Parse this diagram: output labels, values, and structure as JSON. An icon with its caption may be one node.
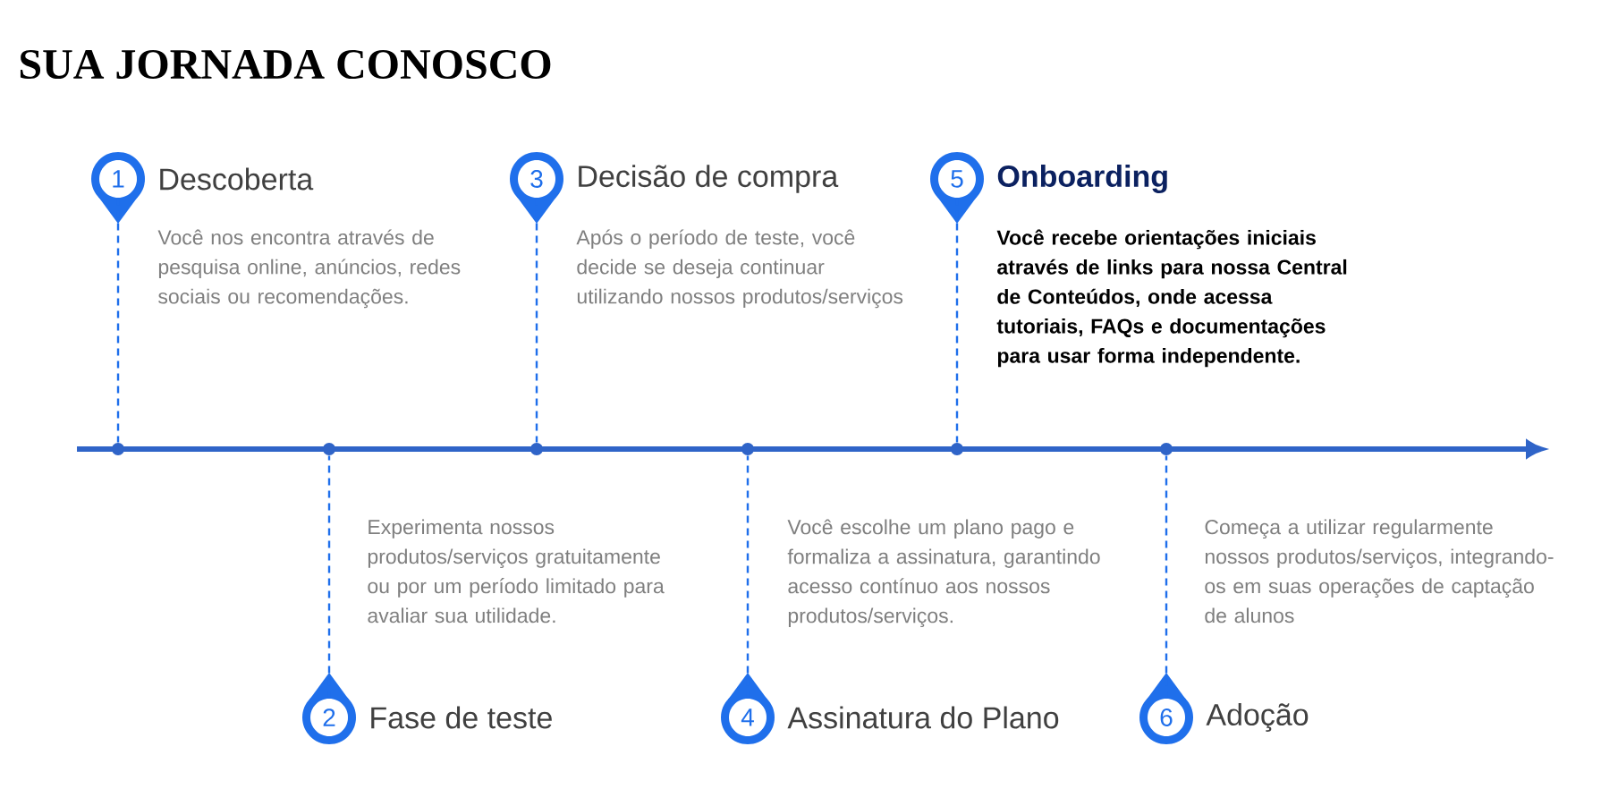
{
  "diagram": {
    "title": "SUA JORNADA CONOSCO",
    "nodes": [
      {
        "text": [
          "1"
        ],
        "beside": [
          "Descoberta",
          "Você nos encontra através de pesquisa online, anúncios, redes sociais ou recomendações."
        ]
      },
      {
        "text": [
          "2"
        ],
        "beside": [
          "Fase de teste",
          "Experimenta nossos produtos/serviços gratuitamente ou por um período limitado para avaliar sua utilidade."
        ]
      },
      {
        "text": [
          "3"
        ],
        "beside": [
          "Decisão de compra",
          "Após o período de teste, você decide se deseja continuar utilizando nossos produtos/serviços"
        ]
      },
      {
        "text": [
          "4"
        ],
        "beside": [
          "Assinatura do Plano",
          "Você escolhe um plano pago e formaliza a assinatura, garantindo acesso contínuo aos nossos produtos/serviços."
        ]
      },
      {
        "text": [
          "5"
        ],
        "beside": [
          "Onboarding",
          "Você recebe orientações iniciais através de links para nossa Central de Conteúdos, onde acessa tutoriais, FAQs e documentações para usar forma independente."
        ]
      },
      {
        "text": [
          "6"
        ],
        "beside": [
          "Adoção",
          "Começa a utilizar regularmente nossos produtos/serviços, integrando-os em suas operações de captação de alunos"
        ]
      },
      {
        "text": [],
        "shape": "circle"
      },
      {
        "text": [],
        "shape": "circle"
      },
      {
        "text": [],
        "shape": "circle"
      },
      {
        "text": [],
        "shape": "circle"
      },
      {
        "text": [],
        "shape": "circle"
      },
      {
        "text": [],
        "shape": "circle"
      }
    ],
    "edges": [
      {
        "from": 0,
        "to": 6,
        "arrow": "none",
        "style": "dashed"
      },
      {
        "from": 1,
        "to": 7,
        "arrow": "none",
        "style": "dashed"
      },
      {
        "from": 2,
        "to": 8,
        "arrow": "none",
        "style": "dashed"
      },
      {
        "from": 3,
        "to": 9,
        "arrow": "none",
        "style": "dashed"
      },
      {
        "from": 4,
        "to": 10,
        "arrow": "none",
        "style": "dashed"
      },
      {
        "from": 5,
        "to": 11,
        "arrow": "none",
        "style": "dashed"
      }
    ]
  }
}
